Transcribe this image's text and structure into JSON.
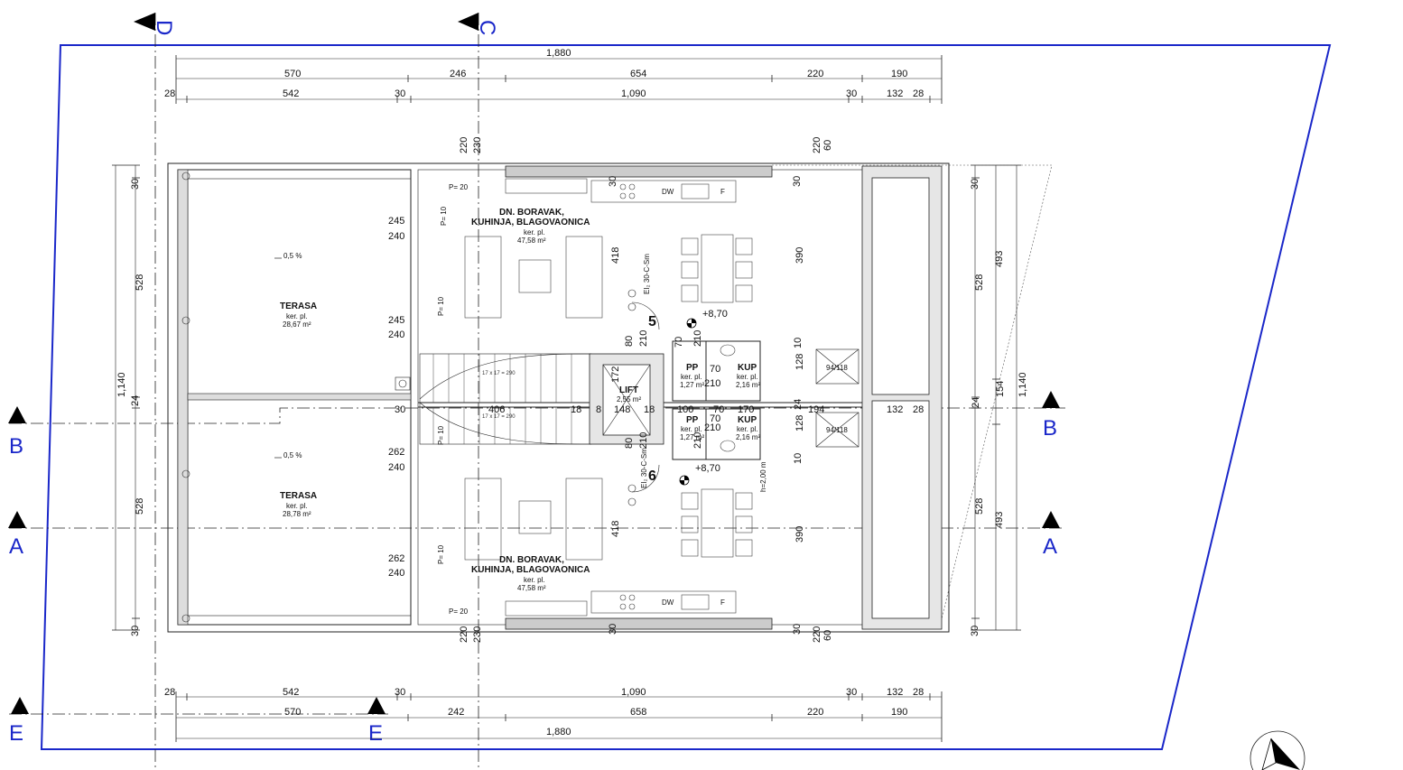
{
  "section_labels": {
    "D": "D",
    "C": "C",
    "B": "B",
    "A": "A",
    "E": "E"
  },
  "dims_top": {
    "overall": "1,880",
    "row1": [
      "570",
      "246",
      "654",
      "220",
      "190"
    ],
    "row2": [
      "28",
      "542",
      "30",
      "1,090",
      "30",
      "132",
      "28"
    ]
  },
  "dims_bottom": {
    "row1": [
      "28",
      "542",
      "30",
      "1,090",
      "30",
      "132",
      "28"
    ],
    "row2": [
      "570",
      "242",
      "658",
      "220",
      "190"
    ],
    "overall": "1,880"
  },
  "dims_left": [
    "30",
    "528",
    "1,140",
    "24",
    "528",
    "30"
  ],
  "dims_right": [
    "30",
    "528",
    "493",
    "154",
    "1,140",
    "24",
    "528",
    "493",
    "30"
  ],
  "rooms": {
    "terasa_upper": {
      "name": "TERASA",
      "label": "ker. pl.",
      "area": "28,67 m²",
      "slope": "0,5 %"
    },
    "terasa_lower": {
      "name": "TERASA",
      "label": "ker. pl.",
      "area": "28,78 m²",
      "slope": "0,5 %"
    },
    "living_upper": {
      "name1": "DN. BORAVAK,",
      "name2": "KUHINJA, BLAGOVAONICA",
      "label": "ker. pl.",
      "area": "47,58 m²"
    },
    "living_lower": {
      "name1": "DN. BORAVAK,",
      "name2": "KUHINJA, BLAGOVAONICA",
      "label": "ker. pl.",
      "area": "47,58 m²"
    },
    "lift": {
      "name": "LIFT",
      "area": "2,55 m²"
    },
    "pp_upper": {
      "name": "PP",
      "label": "ker. pl.",
      "area": "1,27 m²"
    },
    "kup_upper": {
      "name": "KUP",
      "label": "ker. pl.",
      "area": "2,16 m²"
    },
    "pp_lower": {
      "name": "PP",
      "label": "ker. pl.",
      "area": "1,27 m²"
    },
    "kup_lower": {
      "name": "KUP",
      "label": "ker. pl.",
      "area": "2,16 m²"
    }
  },
  "unit_numbers": {
    "upper": "5",
    "lower": "6"
  },
  "levels": {
    "upper": "+8,70",
    "lower": "+8,70"
  },
  "height_note": "h=2,00 m",
  "door_codes": {
    "upper": "EI₂ 30-C-Sm",
    "lower": "EI₂ 30-C-Sm"
  },
  "parapets": {
    "p20": "P= 20",
    "p10": "P= 10"
  },
  "window_sizes": {
    "w1": "94/118",
    "w2": "94/118"
  },
  "interior_dims": {
    "d245": "245",
    "d240": "240",
    "d262": "262",
    "d220": "220",
    "d230": "230",
    "d60": "60",
    "d418": "418",
    "d390": "390",
    "d30": "30",
    "d406": "406",
    "d18": "18",
    "d148": "148",
    "d100": "100",
    "d70": "70",
    "d170": "170",
    "d194": "194",
    "d132": "132",
    "d28": "28",
    "d24": "24",
    "d128": "128",
    "d10": "10",
    "d210": "210",
    "d80": "80",
    "d172": "172",
    "d8": "8"
  },
  "stair_note": "17 x 17 = 290",
  "appliances": {
    "dw": "DW",
    "f": "F"
  }
}
